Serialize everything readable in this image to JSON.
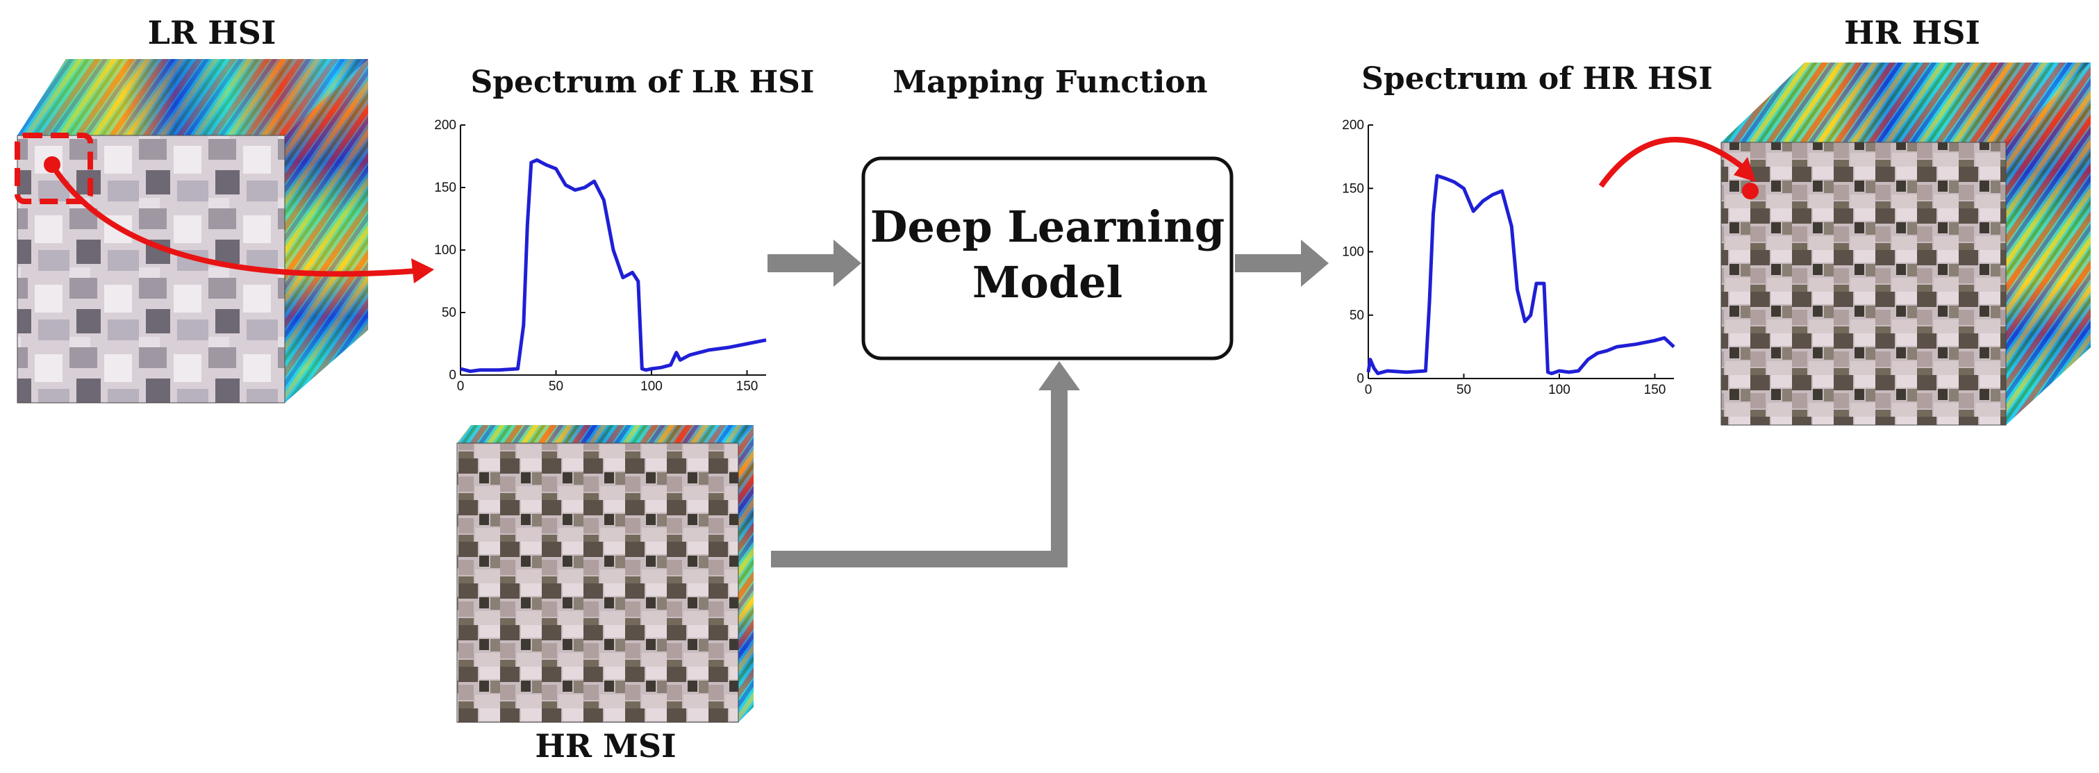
{
  "labels": {
    "lr_hsi": "LR HSI",
    "spectrum_lr": "Spectrum of LR HSI",
    "mapping": "Mapping Function",
    "model_line1": "Deep Learning",
    "model_line2": "Model",
    "spectrum_hr": "Spectrum of HR HSI",
    "hr_hsi": "HR HSI",
    "hr_msi": "HR MSI"
  },
  "colors": {
    "curve": "#1f1fd6",
    "highlight": "#e81313",
    "arrow": "#858585"
  },
  "chart_data": [
    {
      "type": "line",
      "title": "Spectrum of LR HSI",
      "xlim": [
        0,
        160
      ],
      "ylim": [
        0,
        200
      ],
      "xticks": [
        0,
        50,
        100,
        150
      ],
      "yticks": [
        0,
        50,
        100,
        150,
        200
      ],
      "series": [
        {
          "x": [
            0,
            5,
            10,
            20,
            30,
            33,
            35,
            37,
            40,
            45,
            50,
            55,
            60,
            65,
            70,
            75,
            80,
            85,
            90,
            93,
            95,
            97,
            100,
            105,
            110,
            113,
            115,
            120,
            125,
            130,
            140,
            150,
            160
          ],
          "y": [
            5,
            3,
            4,
            4,
            5,
            40,
            120,
            170,
            172,
            168,
            165,
            152,
            148,
            150,
            155,
            140,
            100,
            78,
            82,
            75,
            5,
            4,
            5,
            6,
            8,
            18,
            12,
            16,
            18,
            20,
            22,
            25,
            28
          ]
        }
      ]
    },
    {
      "type": "line",
      "title": "Spectrum of HR HSI",
      "xlim": [
        0,
        160
      ],
      "ylim": [
        0,
        200
      ],
      "xticks": [
        0,
        50,
        100,
        150
      ],
      "yticks": [
        0,
        50,
        100,
        150,
        200
      ],
      "series": [
        {
          "x": [
            0,
            1,
            3,
            5,
            10,
            20,
            30,
            32,
            34,
            36,
            40,
            45,
            50,
            55,
            60,
            65,
            70,
            75,
            78,
            82,
            85,
            88,
            92,
            93,
            94,
            96,
            100,
            105,
            110,
            115,
            120,
            125,
            130,
            140,
            150,
            155,
            160
          ],
          "y": [
            5,
            15,
            8,
            4,
            6,
            5,
            6,
            60,
            130,
            160,
            158,
            155,
            150,
            132,
            140,
            145,
            148,
            120,
            70,
            45,
            50,
            75,
            75,
            40,
            5,
            4,
            6,
            5,
            6,
            15,
            20,
            22,
            25,
            27,
            30,
            32,
            25
          ]
        }
      ]
    }
  ]
}
